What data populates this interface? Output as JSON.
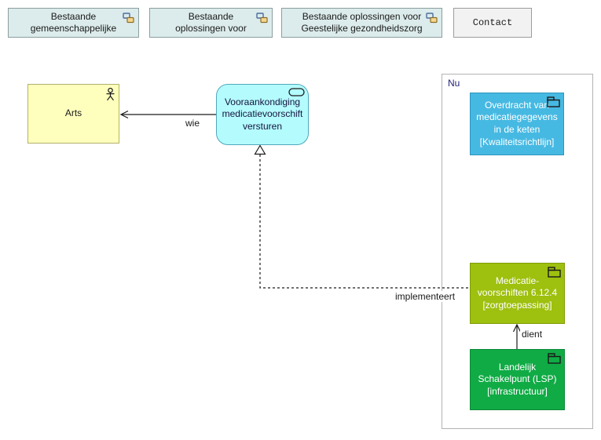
{
  "window": {
    "background": "#ffffff",
    "description": "ArchiMate view with existing solutions navigation boxes and a current-state (Nu) group"
  },
  "tabs": [
    {
      "label": "Bestaande gemeenschappelijke",
      "type": "view-reference"
    },
    {
      "label": "Bestaande oplossingen voor",
      "type": "view-reference"
    },
    {
      "label": "Bestaande oplossingen voor Geestelijke gezondheidszorg",
      "type": "view-reference"
    },
    {
      "label": "Contact",
      "type": "note"
    }
  ],
  "colors": {
    "view_reference_fill": "#dcebeb",
    "note_fill": "#f2f2f2",
    "actor_fill": "#ffffbd",
    "service_fill": "#b4fbfe",
    "product_blue_fill": "#46b9e2",
    "product_olive_fill": "#9ec00e",
    "product_green_fill": "#10ab45"
  },
  "diagram": {
    "group": {
      "label": "Nu"
    },
    "nodes": {
      "arts": {
        "label": "Arts",
        "icon": "business-actor",
        "fill": "#ffffbd"
      },
      "service": {
        "label": "Vooraankondiging medicatievoorschift versturen",
        "icon": "application-service",
        "fill": "#b4fbfe"
      },
      "overdracht": {
        "label": "Overdracht van medicatiegegevens in de keten [Kwaliteitsrichtlijn]",
        "icon": "product",
        "fill": "#46b9e2"
      },
      "medicatie": {
        "label": "Medicatie-voorschiften 6.12.4 [zorgtoepassing]",
        "icon": "product",
        "fill": "#9ec00e"
      },
      "lsp": {
        "label": "Landelijk Schakelpunt (LSP) [infrastructuur]",
        "icon": "product",
        "fill": "#10ab45"
      }
    },
    "relations": [
      {
        "label": "wie",
        "type": "serving",
        "from": "service",
        "to": "arts"
      },
      {
        "label": "implementeert",
        "type": "realization",
        "from": "medicatie",
        "to": "service"
      },
      {
        "label": "dient",
        "type": "serving",
        "from": "lsp",
        "to": "medicatie"
      }
    ]
  }
}
